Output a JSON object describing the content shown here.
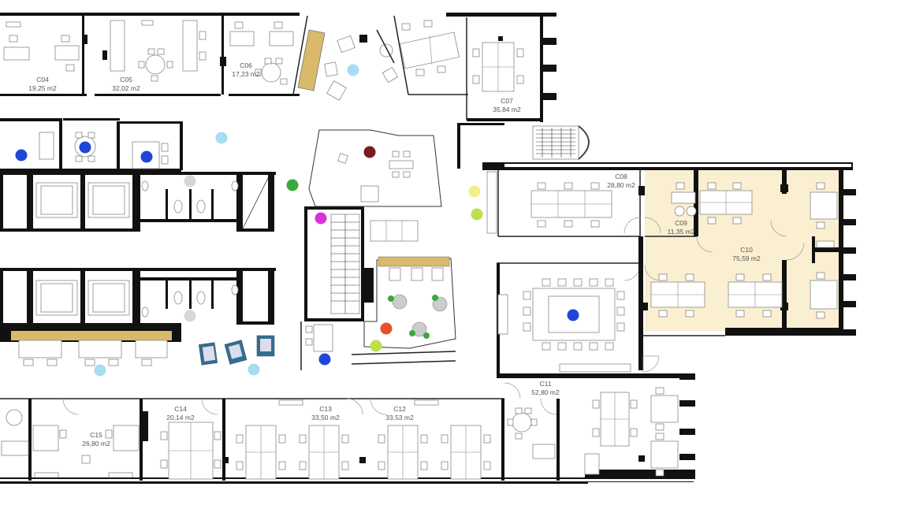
{
  "rooms": [
    {
      "id": "C04",
      "code": "C04",
      "area": "19,25 m2"
    },
    {
      "id": "C05",
      "code": "C05",
      "area": "32,02 m2"
    },
    {
      "id": "C06",
      "code": "C06",
      "area": "17,23 m2"
    },
    {
      "id": "C07",
      "code": "C07",
      "area": "35,84 m2"
    },
    {
      "id": "C08",
      "code": "C08",
      "area": "28,80 m2"
    },
    {
      "id": "C09",
      "code": "C09",
      "area": "11,35 m2"
    },
    {
      "id": "C10",
      "code": "C10",
      "area": "75,59 m2"
    },
    {
      "id": "C11",
      "code": "C11",
      "area": "52,80 m2"
    },
    {
      "id": "C12",
      "code": "C12",
      "area": "33,53 m2"
    },
    {
      "id": "C13",
      "code": "C13",
      "area": "33,50 m2"
    },
    {
      "id": "C14",
      "code": "C14",
      "area": "20,14 m2"
    },
    {
      "id": "C15",
      "code": "C15",
      "area": "26,80 m2"
    }
  ],
  "highlighted_zone": {
    "rooms": [
      "C09",
      "C10"
    ],
    "color": "#fbefd2"
  },
  "colors": {
    "wall": "#111111",
    "furniture_stroke": "#888888",
    "marker_blue": "#1f47d6",
    "marker_light_blue": "#a8dcf0",
    "marker_green": "#3aa83a",
    "marker_yellow_green": "#bde04a",
    "marker_yellow": "#f2ef8a",
    "marker_magenta": "#d633d6",
    "marker_dark_red": "#7a1a22",
    "marker_orange": "#e8502a",
    "marker_grey": "#d7d7d7",
    "desk_wood": "#d9b96a",
    "lounge_chair_blue": "#2f6f95"
  },
  "icons": [
    "stair-icon",
    "door-swing-icon",
    "desk-icon",
    "chair-icon",
    "table-icon",
    "toilet-icon",
    "sink-icon"
  ]
}
